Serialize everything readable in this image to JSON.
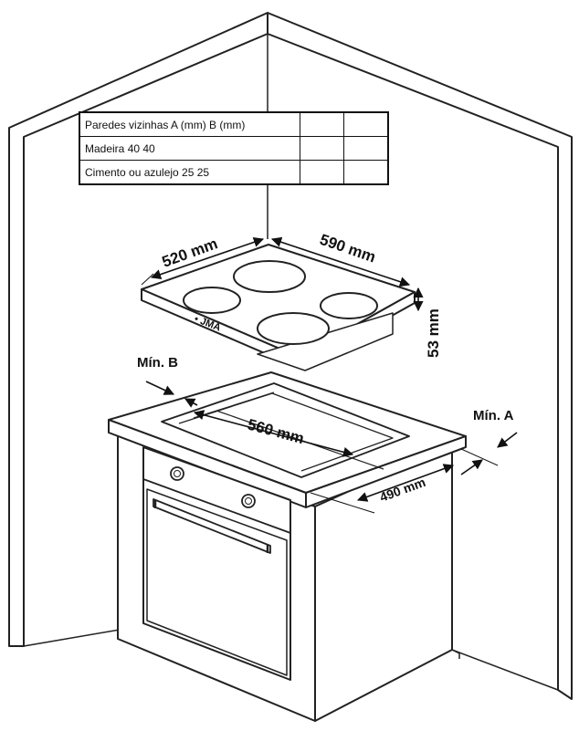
{
  "table": {
    "rows": [
      {
        "label": "Paredes vizinhas A (mm) B (mm)",
        "a": "",
        "b": ""
      },
      {
        "label": "Madeira 40 40",
        "a": "",
        "b": ""
      },
      {
        "label": "Cimento ou azulejo 25 25",
        "a": "",
        "b": ""
      }
    ]
  },
  "dimensions": {
    "hob_depth": "520 mm",
    "hob_width": "590 mm",
    "hob_height": "53 mm",
    "cutout_width": "560 mm",
    "cutout_depth": "490 mm",
    "min_a": "Mín. A",
    "min_b": "Mín. B"
  },
  "hob_markings": "• JMA"
}
